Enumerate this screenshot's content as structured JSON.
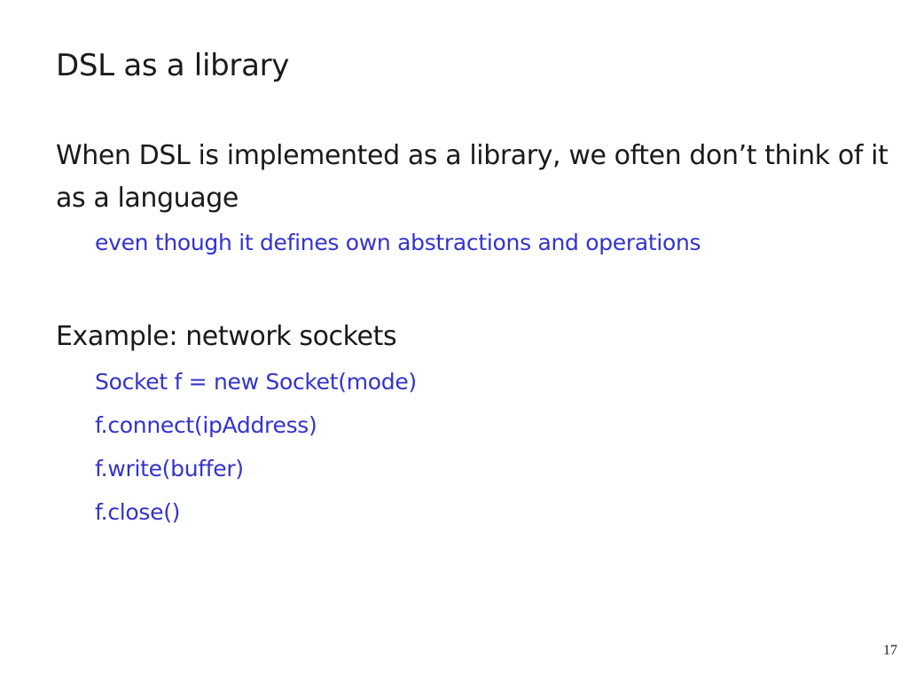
{
  "slide": {
    "title": "DSL as a library",
    "paragraph_1": "When DSL is implemented as a library, we often don’t think of it as a language",
    "paragraph_1_sub": "even though it defines own abstractions and operations",
    "paragraph_2": "Example: network sockets",
    "code_lines": [
      "Socket f = new Socket(mode)",
      "f.connect(ipAddress)",
      "f.write(buffer)",
      "f.close()"
    ],
    "page_number": "17"
  },
  "colors": {
    "text": "#1a1a1a",
    "accent": "#3333cc",
    "background": "#ffffff"
  }
}
